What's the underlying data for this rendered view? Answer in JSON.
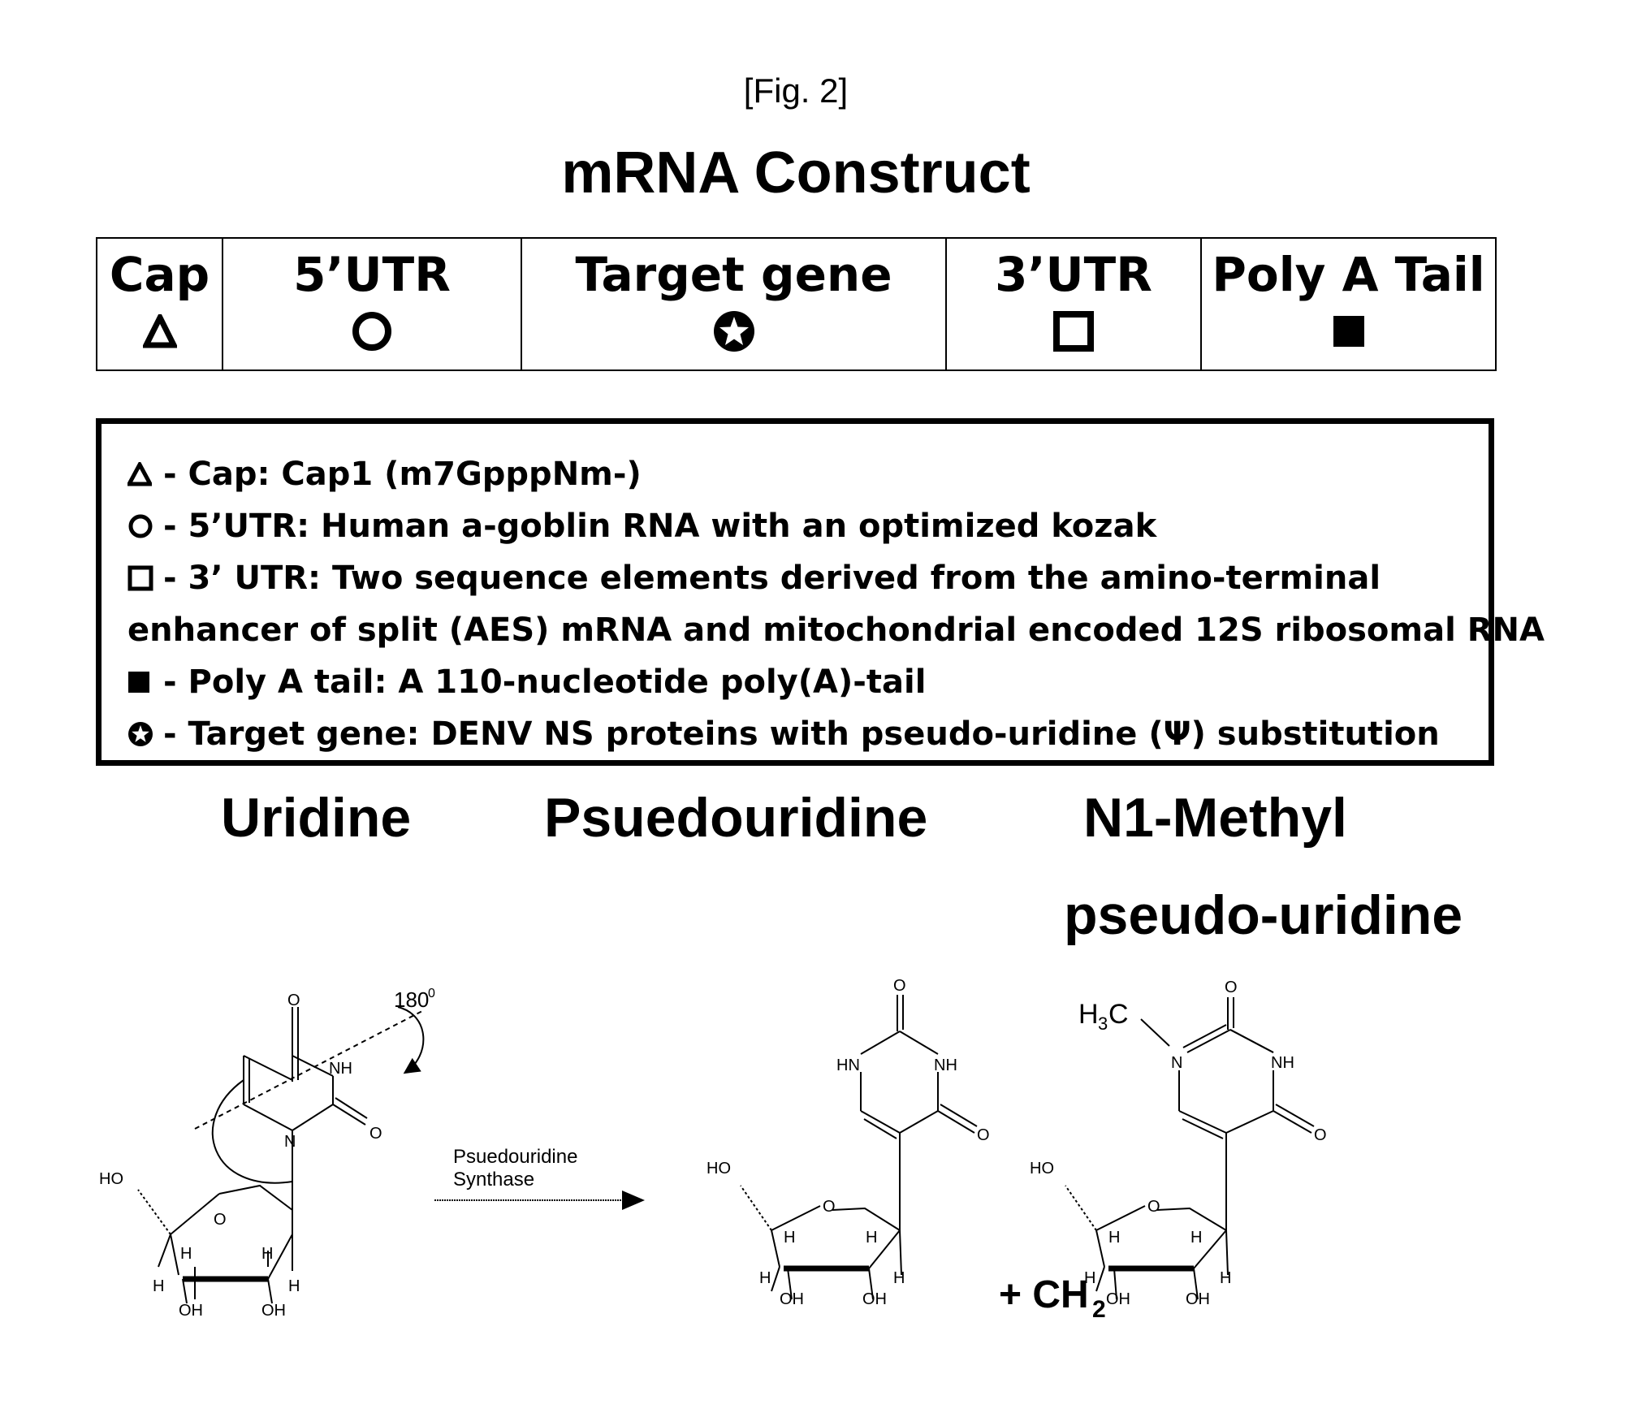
{
  "figure_label": "[Fig. 2]",
  "title": "mRNA Construct",
  "construct": [
    {
      "label": "Cap",
      "symbol": "triangle-icon"
    },
    {
      "label": "5’UTR",
      "symbol": "circle-icon"
    },
    {
      "label": "Target gene",
      "symbol": "star-circle-icon"
    },
    {
      "label": "3’UTR",
      "symbol": "open-square-icon"
    },
    {
      "label": "Poly A Tail",
      "symbol": "filled-square-icon"
    }
  ],
  "legend": [
    {
      "symbol": "triangle-icon",
      "text": " - Cap: Cap1 (m7GpppNm-)"
    },
    {
      "symbol": "circle-icon",
      "text": " - 5’UTR: Human a-goblin RNA with an optimized kozak"
    },
    {
      "symbol": "open-square-icon",
      "text": " - 3’ UTR: Two sequence elements derived from the amino-terminal"
    },
    {
      "symbol": "",
      "text": "enhancer of split (AES) mRNA and mitochondrial encoded 12S ribosomal RNA"
    },
    {
      "symbol": "filled-square-icon",
      "text": " - Poly A tail: A 110-nucleotide poly(A)-tail"
    },
    {
      "symbol": "star-circle-icon",
      "text": " - Target gene: DENV NS proteins with pseudo-uridine (Ψ) substitution"
    }
  ],
  "molecules": {
    "uridine": "Uridine",
    "pseudouridine": "Psuedouridine",
    "n1_methyl_line1": "N1-Methyl",
    "n1_methyl_line2": "pseudo-uridine"
  },
  "reaction": {
    "rotation": "180",
    "rotation_sup": "0",
    "enzyme_line1": "Psuedouridine",
    "enzyme_line2": "Synthase",
    "plus": "+ CH",
    "plus_sub": "2"
  },
  "atoms": {
    "O": "O",
    "NH": "NH",
    "HN": "HN",
    "N": "N",
    "HO": "HO",
    "OH": "OH",
    "H": "H",
    "H3C_a": "H",
    "H3C_b": "3",
    "H3C_c": "C"
  }
}
